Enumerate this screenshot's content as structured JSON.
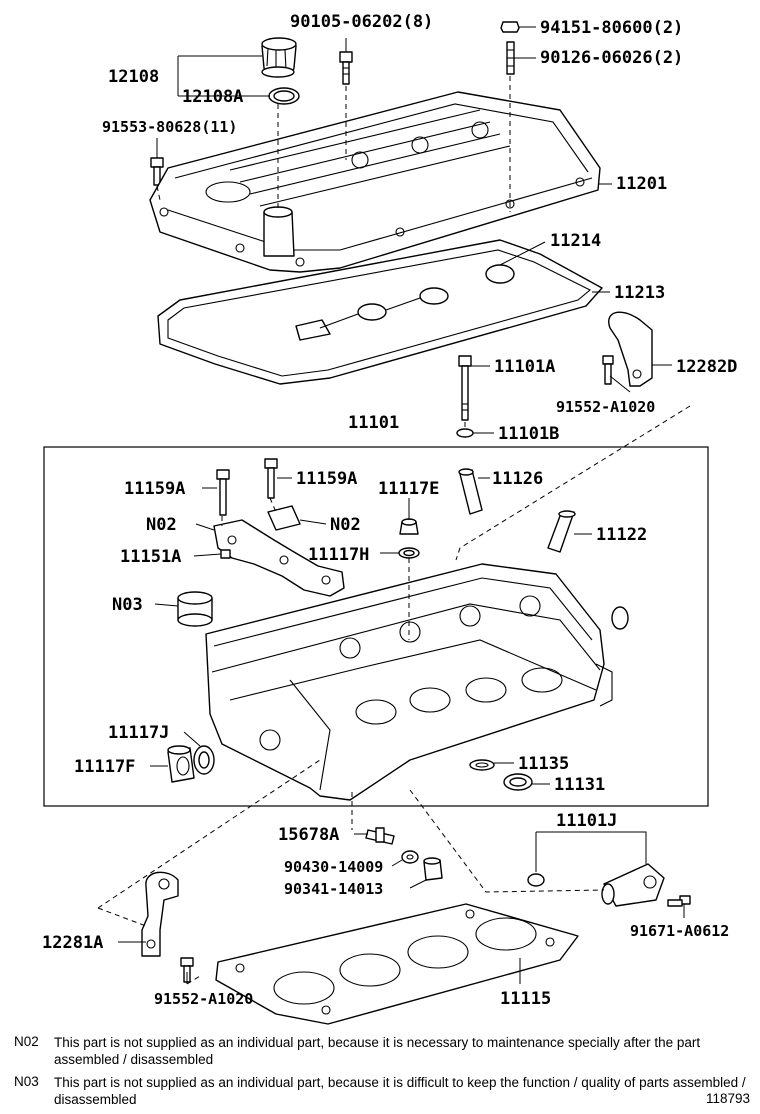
{
  "diagram": {
    "labels": {
      "p_90105": "90105-06202(8)",
      "p_94151": "94151-80600(2)",
      "p_90126": "90126-06026(2)",
      "p_12108": "12108",
      "p_12108A": "12108A",
      "p_91553": "91553-80628(11)",
      "p_11201": "11201",
      "p_11214": "11214",
      "p_11213": "11213",
      "p_11101A": "11101A",
      "p_12282D": "12282D",
      "p_91552_top": "91552-A1020",
      "p_11101B": "11101B",
      "p_11101": "11101",
      "p_11159A_left": "11159A",
      "p_11159A_right": "11159A",
      "p_11117E": "11117E",
      "p_11126": "11126",
      "p_N02_left": "N02",
      "p_N02_right": "N02",
      "p_11151A": "11151A",
      "p_11117H": "11117H",
      "p_11122": "11122",
      "p_N03": "N03",
      "p_11117J": "11117J",
      "p_11117F": "11117F",
      "p_11135": "11135",
      "p_11131": "11131",
      "p_11101J": "11101J",
      "p_15678A": "15678A",
      "p_90430": "90430-14009",
      "p_90341": "90341-14013",
      "p_12281A": "12281A",
      "p_91671": "91671-A0612",
      "p_91552_bottom": "91552-A1020",
      "p_11115": "11115"
    }
  },
  "notes": [
    {
      "code": "N02",
      "text": "This part is not supplied as an individual part, because it is necessary to maintenance specially after the part assembled / disassembled"
    },
    {
      "code": "N03",
      "text": "This part is not supplied as an individual part, because it is difficult to keep the function / quality of parts  assembled / disassembled"
    }
  ],
  "figure_number": "118793"
}
